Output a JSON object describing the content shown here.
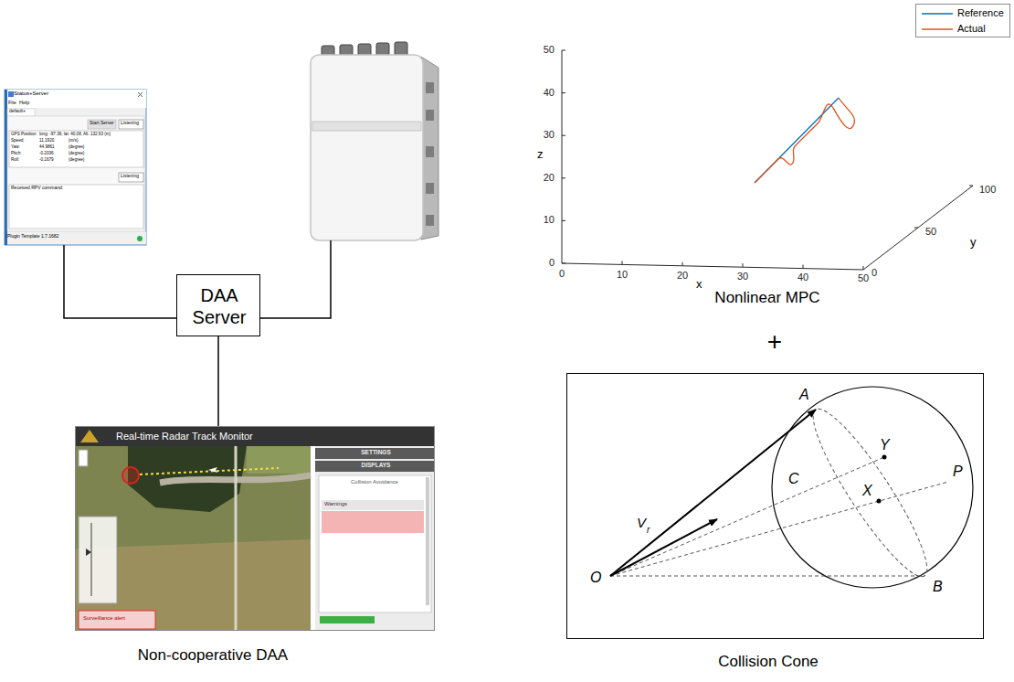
{
  "diagram": {
    "nodes": [
      {
        "text": [
          "Status+Server",
          "File",
          "Help",
          "default+",
          "Start Server",
          "Listening",
          "GPS Position:",
          "long: -97.36, lat: 40.08, Alt: 132.93 (m)",
          "Speed:",
          "11.1920",
          "(m/s)",
          "Yaw:",
          "44.9861",
          "(degree)",
          "Pitch:",
          "-0.2036",
          "(degree)",
          "Roll:",
          "-0.1679",
          "(degree)",
          "Listening",
          "Received RPV command:",
          "Plugin Template 1.7.1682"
        ]
      },
      {
        "text": [
          "DAA Server"
        ]
      },
      {
        "text": [
          "Real-time Radar Track Monitor",
          "SETTINGS",
          "DISPLAYS",
          "Collision Avoidance",
          "Warnings",
          "Surveillance alert",
          "Non-cooperative DAA"
        ]
      },
      {
        "text": [
          "A",
          "Y",
          "C",
          "P",
          "X",
          "V",
          "r",
          "O",
          "B",
          "Collision Cone"
        ]
      }
    ],
    "edges": [
      {
        "from": 0,
        "to": 1,
        "arrow": "none"
      },
      {
        "from": 1,
        "to": 2,
        "arrow": "none"
      }
    ],
    "labels": [
      "z",
      "0",
      "10",
      "20",
      "30",
      "40",
      "50",
      "0",
      "10",
      "20",
      "30",
      "40",
      "50",
      "x",
      "0",
      "50",
      "100",
      "y",
      "Nonlinear MPC",
      "+"
    ],
    "legend": [
      {
        "text": "Reference"
      },
      {
        "text": "Actual"
      }
    ]
  }
}
